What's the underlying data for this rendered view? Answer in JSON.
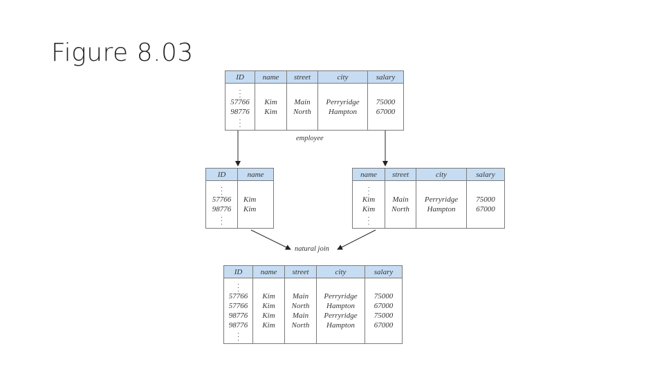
{
  "slide": {
    "title": "Figure 8.03"
  },
  "captions": {
    "employee": "employee",
    "natural_join": "natural join"
  },
  "employee": {
    "columns": [
      "ID",
      "name",
      "street",
      "city",
      "salary"
    ],
    "rows": [
      [
        "57766",
        "Kim",
        "Main",
        "Perryridge",
        "75000"
      ],
      [
        "98776",
        "Kim",
        "North",
        "Hampton",
        "67000"
      ]
    ]
  },
  "projection_left": {
    "columns": [
      "ID",
      "name"
    ],
    "rows": [
      [
        "57766",
        "Kim"
      ],
      [
        "98776",
        "Kim"
      ]
    ]
  },
  "projection_right": {
    "columns": [
      "name",
      "street",
      "city",
      "salary"
    ],
    "rows": [
      [
        "Kim",
        "Main",
        "Perryridge",
        "75000"
      ],
      [
        "Kim",
        "North",
        "Hampton",
        "67000"
      ]
    ]
  },
  "join_result": {
    "columns": [
      "ID",
      "name",
      "street",
      "city",
      "salary"
    ],
    "rows": [
      [
        "57766",
        "Kim",
        "Main",
        "Perryridge",
        "75000"
      ],
      [
        "57766",
        "Kim",
        "North",
        "Hampton",
        "67000"
      ],
      [
        "98776",
        "Kim",
        "Main",
        "Perryridge",
        "75000"
      ],
      [
        "98776",
        "Kim",
        "North",
        "Hampton",
        "67000"
      ]
    ]
  }
}
